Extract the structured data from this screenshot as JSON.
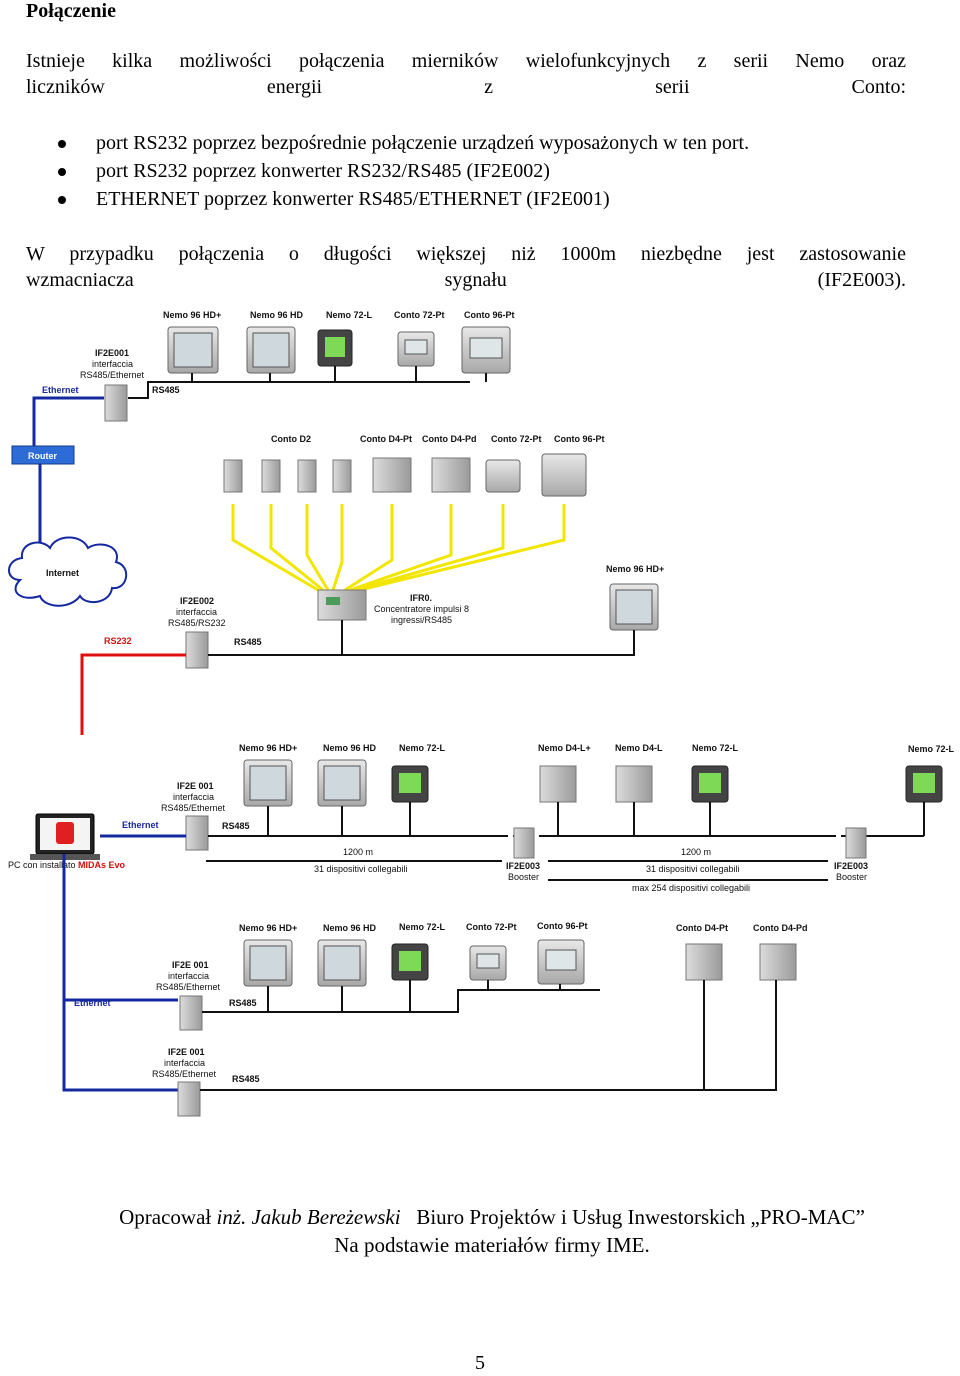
{
  "heading": "Połączenie",
  "intro": {
    "line1": "Istnieje kilka możliwości połączenia mierników wielofunkcyjnych z serii Nemo oraz",
    "line2": "liczników energii z serii Conto:"
  },
  "bullets": [
    "port RS232 poprzez bezpośrednie połączenie urządzeń wyposażonych w ten port.",
    "port RS232 poprzez konwerter RS232/RS485 (IF2E002)",
    "ETHERNET poprzez konwerter RS485/ETHERNET (IF2E001)"
  ],
  "note": {
    "line1": "W przypadku połączenia o długości większej niż 1000m niezbędne jest zastosowanie",
    "line2": "wzmacniacza sygnału (IF2E003)."
  },
  "diagram": {
    "d1": {
      "devices": [
        "Nemo 96 HD+",
        "Nemo 96 HD",
        "Nemo 72-L",
        "Conto 72-Pt",
        "Conto 96-Pt"
      ],
      "if_name": "IF2E001",
      "if_sub1": "interfaccia",
      "if_sub2": "RS485/Ethernet",
      "ethernet": "Ethernet",
      "rs485": "RS485"
    },
    "d2": {
      "router": "Router",
      "internet": "Internet",
      "top_devices": [
        "Conto D2",
        "Conto D4-Pt",
        "Conto D4-Pd",
        "Conto 72-Pt",
        "Conto 96-Pt"
      ],
      "nemo": "Nemo 96 HD+",
      "ifr_name": "IFR0.",
      "ifr_sub1": "Concentratore impulsi 8",
      "ifr_sub2": "ingressi/RS485",
      "if_name": "IF2E002",
      "if_sub1": "interfaccia",
      "if_sub2": "RS485/RS232",
      "rs232": "RS232",
      "rs485": "RS485"
    },
    "d3": {
      "devices_left": [
        "Nemo 96 HD+",
        "Nemo 96 HD",
        "Nemo 72-L"
      ],
      "devices_mid": [
        "Nemo D4-L+",
        "Nemo D4-L",
        "Nemo 72-L"
      ],
      "device_right": "Nemo 72-L",
      "if_name": "IF2E 001",
      "if_sub1": "interfaccia",
      "if_sub2": "RS485/Ethernet",
      "ethernet": "Ethernet",
      "rs485": "RS485",
      "pc_label_a": "PC con installato ",
      "pc_label_b": "MIDAs Evo",
      "dist1": "1200 m",
      "dist2": "1200 m",
      "count1": "31 dispositivi collegabili",
      "count2": "31 dispositivi collegabili",
      "max": "max 254 dispositivi collegabili",
      "booster_name": "IF2E003",
      "booster_sub": "Booster"
    },
    "d4": {
      "devices": [
        "Nemo 96 HD+",
        "Nemo 96 HD",
        "Nemo 72-L",
        "Conto 72-Pt",
        "Conto 96-Pt",
        "Conto D4-Pt",
        "Conto D4-Pd"
      ],
      "if1_name": "IF2E 001",
      "if2_name": "IF2E 001",
      "if_sub1": "interfaccia",
      "if_sub2": "RS485/Ethernet",
      "ethernet": "Ethernet",
      "rs485": "RS485"
    },
    "colors": {
      "blue": "#1428a0",
      "red": "#e01010",
      "yellow": "#f2e600",
      "black": "#111111",
      "label_blue": "#1a2a9a"
    }
  },
  "footer": {
    "prefix": "Opracował ",
    "author": "inż. Jakub Bereżewski",
    "org": "   Biuro Projektów i Usług Inwestorskich „PRO-MAC”",
    "line2": "Na podstawie materiałów firmy IME."
  },
  "page_number": "5"
}
